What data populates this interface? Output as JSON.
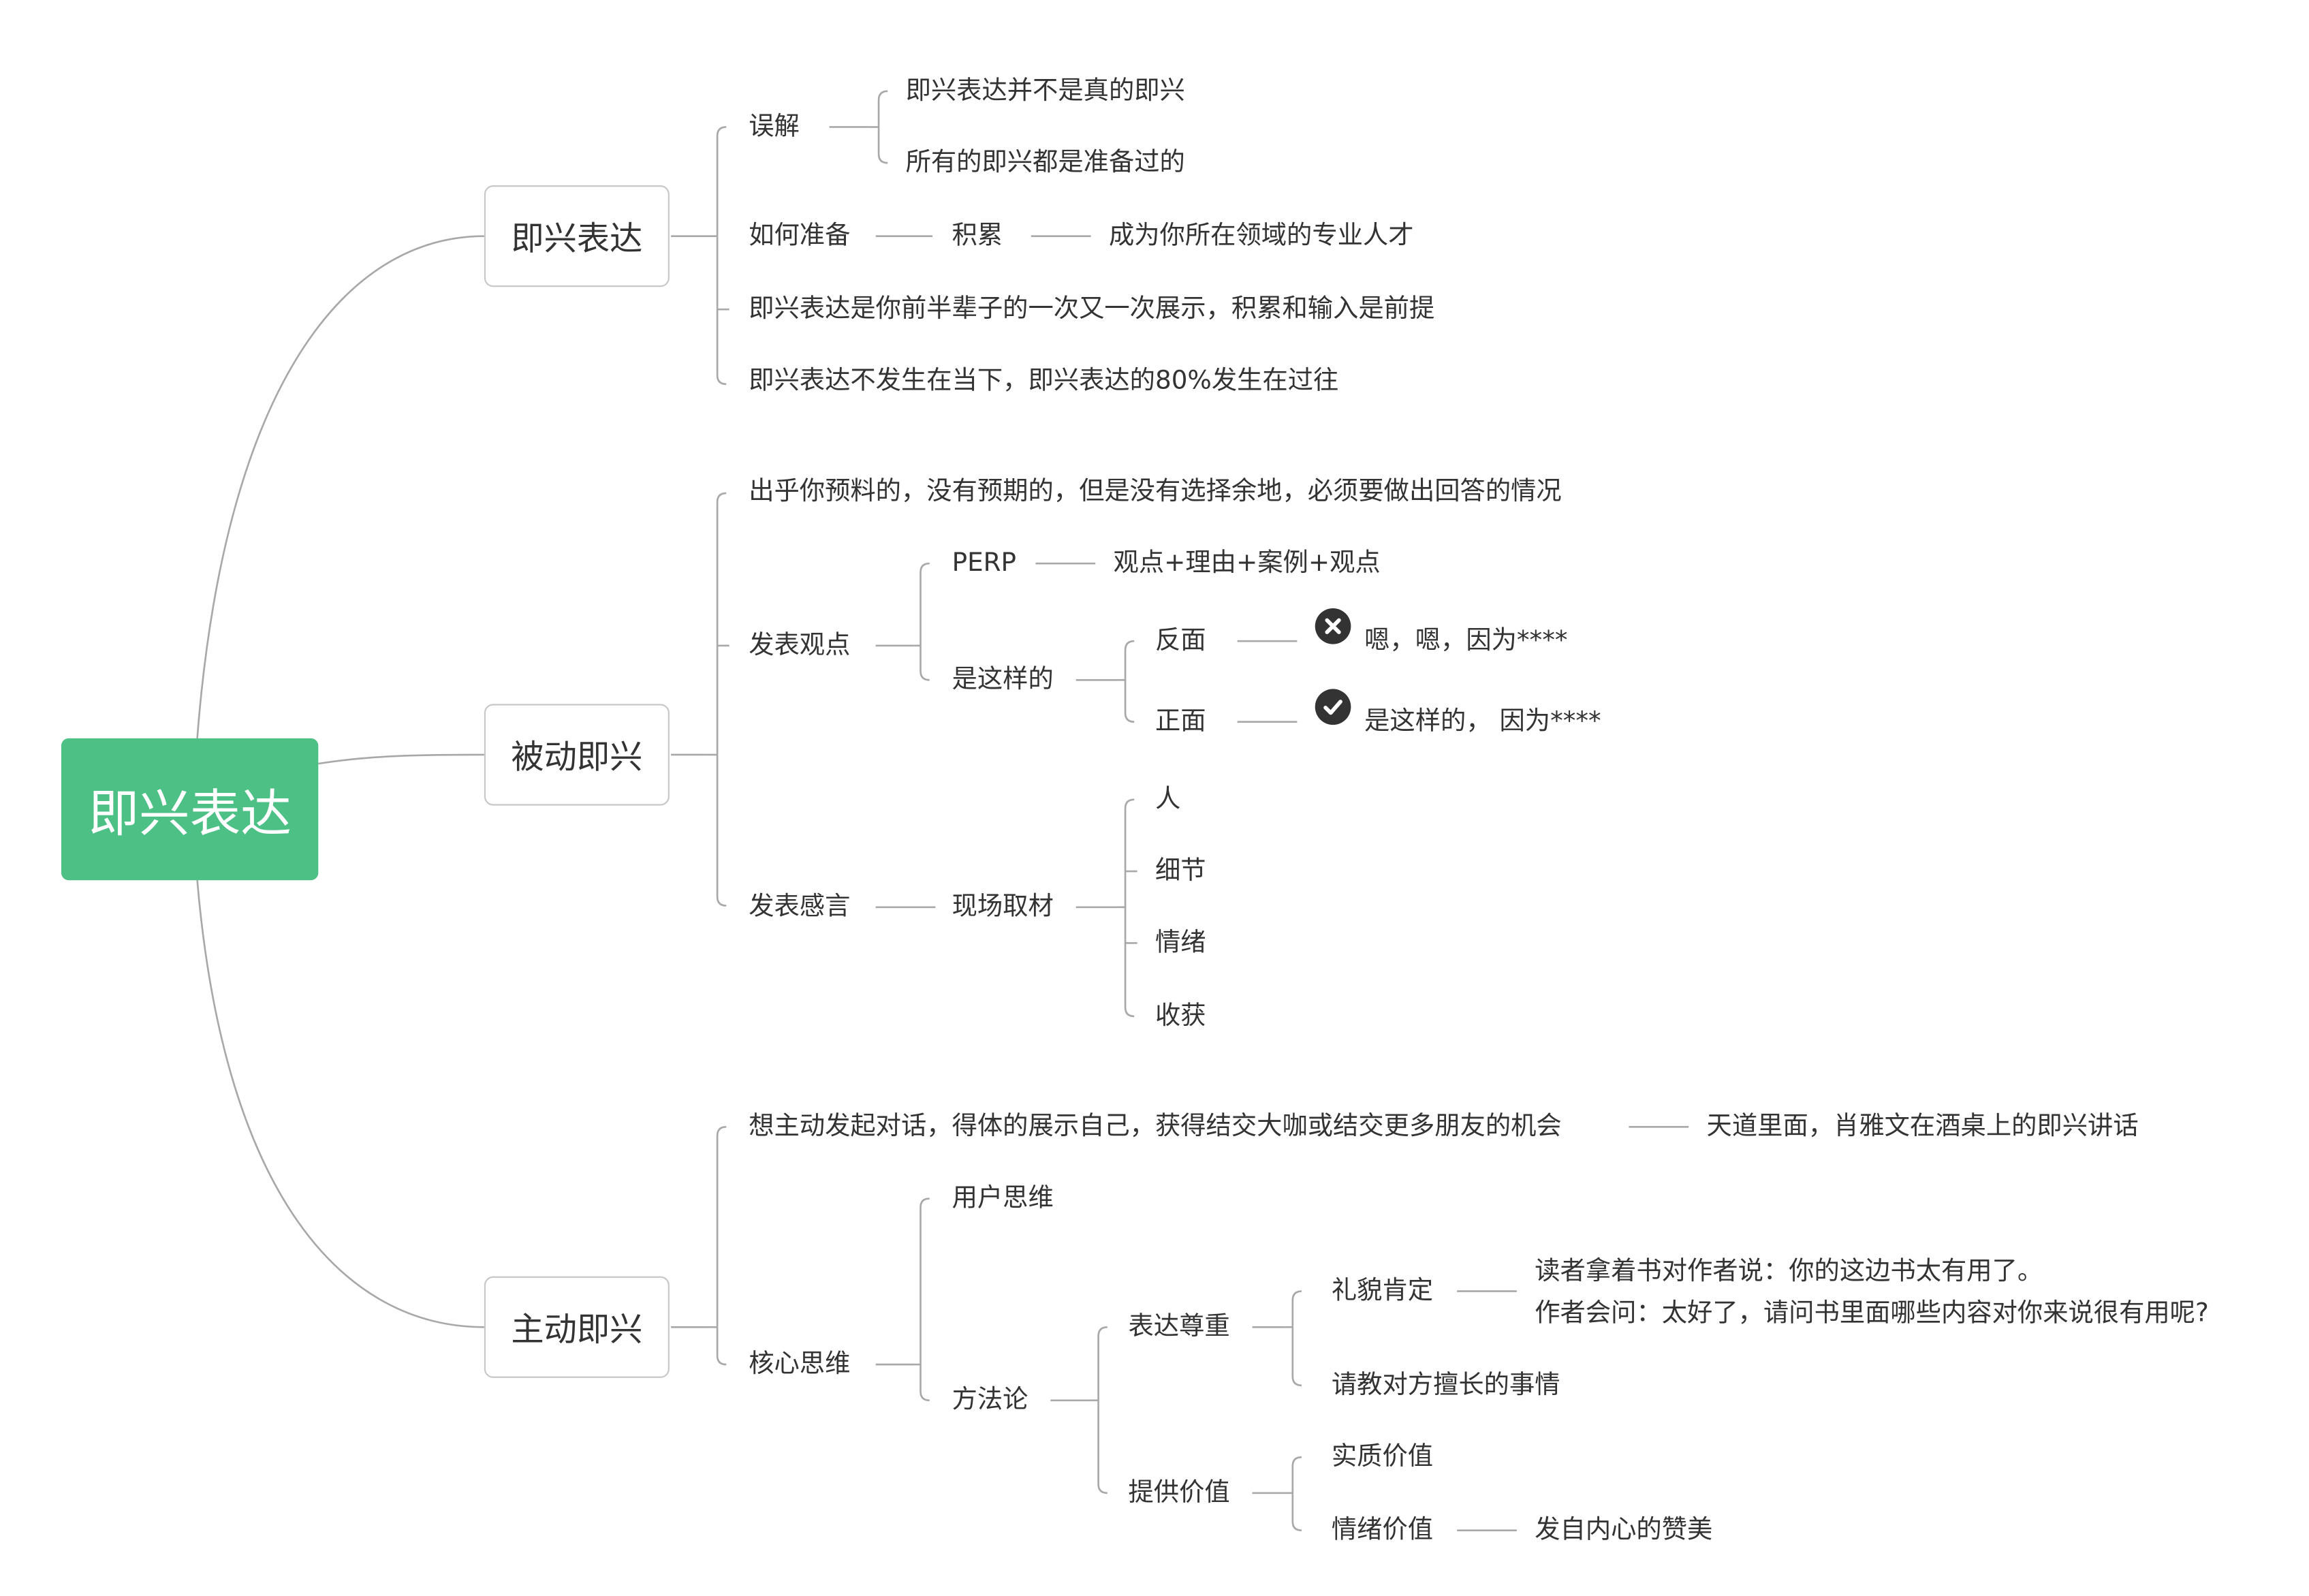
{
  "root": {
    "label": "即兴表达"
  },
  "branches": {
    "b1": {
      "label": "即兴表达",
      "wujie": {
        "label": "误解",
        "c1": "即兴表达并不是真的即兴",
        "c2": "所有的即兴都是准备过的"
      },
      "ruhe": {
        "label": "如何准备",
        "jilei": "积累",
        "chengwei": "成为你所在领域的专业人才"
      },
      "zhanshi": "即兴表达是你前半辈子的一次又一次展示，积累和输入是前提",
      "guoqu": "即兴表达不发生在当下，即兴表达的80%发生在过往"
    },
    "b2": {
      "label": "被动即兴",
      "qingkuang": "出乎你预料的，没有预期的，但是没有选择余地，必须要做出回答的情况",
      "guandian": {
        "label": "发表观点",
        "perp": {
          "label": "PERP",
          "desc": "观点+理由+案例+观点"
        },
        "shizheyang": {
          "label": "是这样的",
          "fanmian": {
            "label": "反面",
            "icon": "cross-circle-icon",
            "text": "嗯，嗯，因为****"
          },
          "zhengmian": {
            "label": "正面",
            "icon": "check-circle-icon",
            "text": "是这样的， 因为****"
          }
        }
      },
      "ganyan": {
        "label": "发表感言",
        "xianchang": {
          "label": "现场取材",
          "items": [
            "人",
            "细节",
            "情绪",
            "收获"
          ]
        }
      }
    },
    "b3": {
      "label": "主动即兴",
      "duihua": {
        "label": "想主动发起对话，得体的展示自己，获得结交大咖或结交更多朋友的机会",
        "example": "天道里面，肖雅文在酒桌上的即兴讲话"
      },
      "hexin": {
        "label": "核心思维",
        "yonghu": "用户思维",
        "fangfalun": {
          "label": "方法论",
          "zunzhong": {
            "label": "表达尊重",
            "limao": {
              "label": "礼貌肯定",
              "line1": "读者拿着书对作者说：你的这边书太有用了。",
              "line2": "作者会问：太好了，请问书里面哪些内容对你来说很有用呢?"
            },
            "qingjiao": "请教对方擅长的事情"
          },
          "jiazhi": {
            "label": "提供价值",
            "shizhi": "实质价值",
            "qingxu": {
              "label": "情绪价值",
              "zanmei": "发自内心的赞美"
            }
          }
        }
      }
    }
  },
  "colors": {
    "root_fill": "#4dc085",
    "line": "#a8a8a8",
    "text": "#333333",
    "icon": "#333333"
  }
}
